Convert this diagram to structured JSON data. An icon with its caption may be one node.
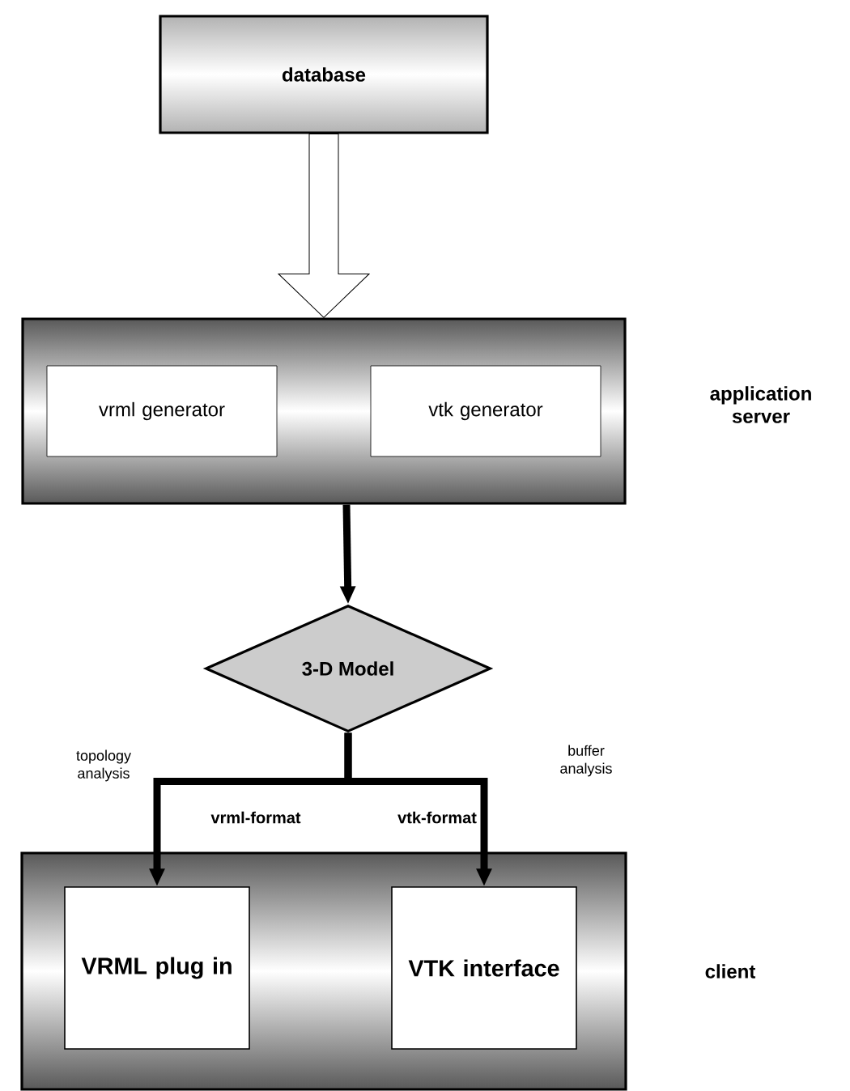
{
  "diagram": {
    "nodes": [
      {
        "text": [
          "database"
        ]
      },
      {
        "text": [
          "application server"
        ]
      },
      {
        "text": [
          "vrml generator"
        ],
        "in": 1
      },
      {
        "text": [
          "vtk generator"
        ],
        "in": 1
      },
      {
        "text": [
          "3-D Model"
        ]
      },
      {
        "text": [
          "client"
        ]
      },
      {
        "text": [
          "VRML plug in"
        ],
        "in": 5
      },
      {
        "text": [
          "VTK interface"
        ],
        "in": 5
      }
    ],
    "edges": [
      {
        "from": 0,
        "to": 1,
        "arrow": "to"
      },
      {
        "from": 1,
        "to": 4,
        "arrow": "to"
      },
      {
        "from": 4,
        "to": 6,
        "arrow": "to",
        "label": "vrml-format"
      },
      {
        "from": 4,
        "to": 7,
        "arrow": "to",
        "label": "vtk-format"
      }
    ],
    "labels": [
      "topology analysis",
      "buffer analysis"
    ]
  }
}
